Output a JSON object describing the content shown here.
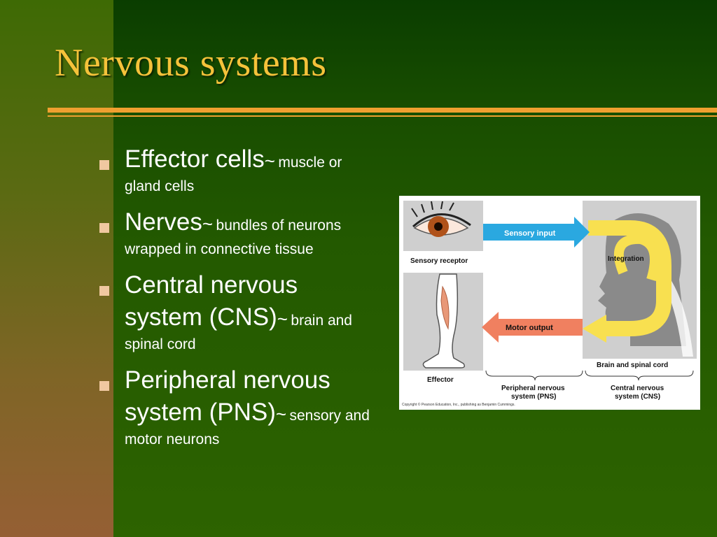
{
  "slide": {
    "title": "Nervous systems",
    "accent_color": "#f0a030",
    "title_color": "#f5c23a",
    "bullets": [
      {
        "term": "Effector cells",
        "sep": "~",
        "desc": "muscle or gland cells"
      },
      {
        "term": "Nerves",
        "sep": "~",
        "desc": "bundles of neurons wrapped in connective tissue"
      },
      {
        "term": "Central nervous system (CNS)",
        "sep": "~",
        "desc": "brain and spinal cord"
      },
      {
        "term": "Peripheral nervous system (PNS)",
        "sep": "~",
        "desc": "sensory and motor neurons"
      }
    ]
  },
  "figure": {
    "labels": {
      "sensory_input": "Sensory input",
      "motor_output": "Motor output",
      "integration": "Integration",
      "sensory_receptor": "Sensory receptor",
      "effector": "Effector",
      "brain_spinal_cord": "Brain and spinal cord",
      "pns_line1": "Peripheral nervous",
      "pns_line2": "system (PNS)",
      "cns_line1": "Central nervous",
      "cns_line2": "system (CNS)",
      "copyright": "Copyright © Pearson Education, Inc., publishing as Benjamin Cummings."
    },
    "colors": {
      "sensory_arrow": "#2aa8e0",
      "motor_arrow": "#f08060",
      "integration_loop": "#f8e050",
      "panel_gray": "#cfcfcf"
    }
  }
}
